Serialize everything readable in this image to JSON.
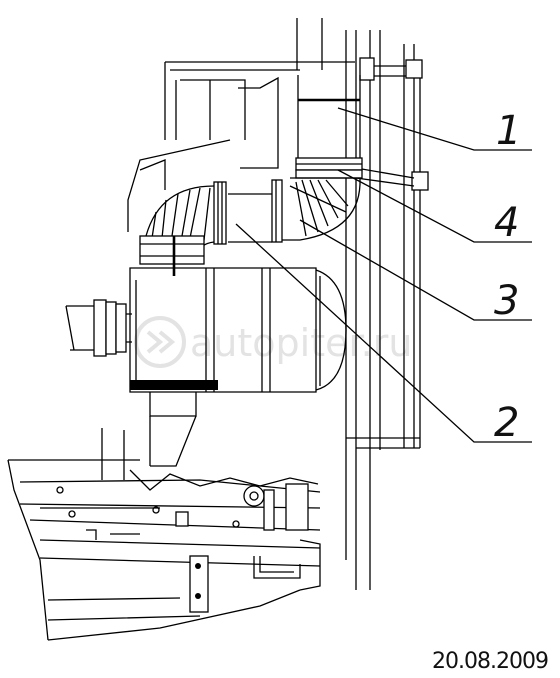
{
  "callouts": [
    {
      "number": "1",
      "part": "air-intake-pipe"
    },
    {
      "number": "4",
      "part": "clamp"
    },
    {
      "number": "3",
      "part": "hose-elbow"
    },
    {
      "number": "2",
      "part": "connecting-pipe"
    }
  ],
  "date_stamp": "20.08.2009",
  "watermark": "autopiter.ru",
  "colors": {
    "line": "#000000",
    "background": "#ffffff",
    "watermark": "#e3e3e3"
  }
}
